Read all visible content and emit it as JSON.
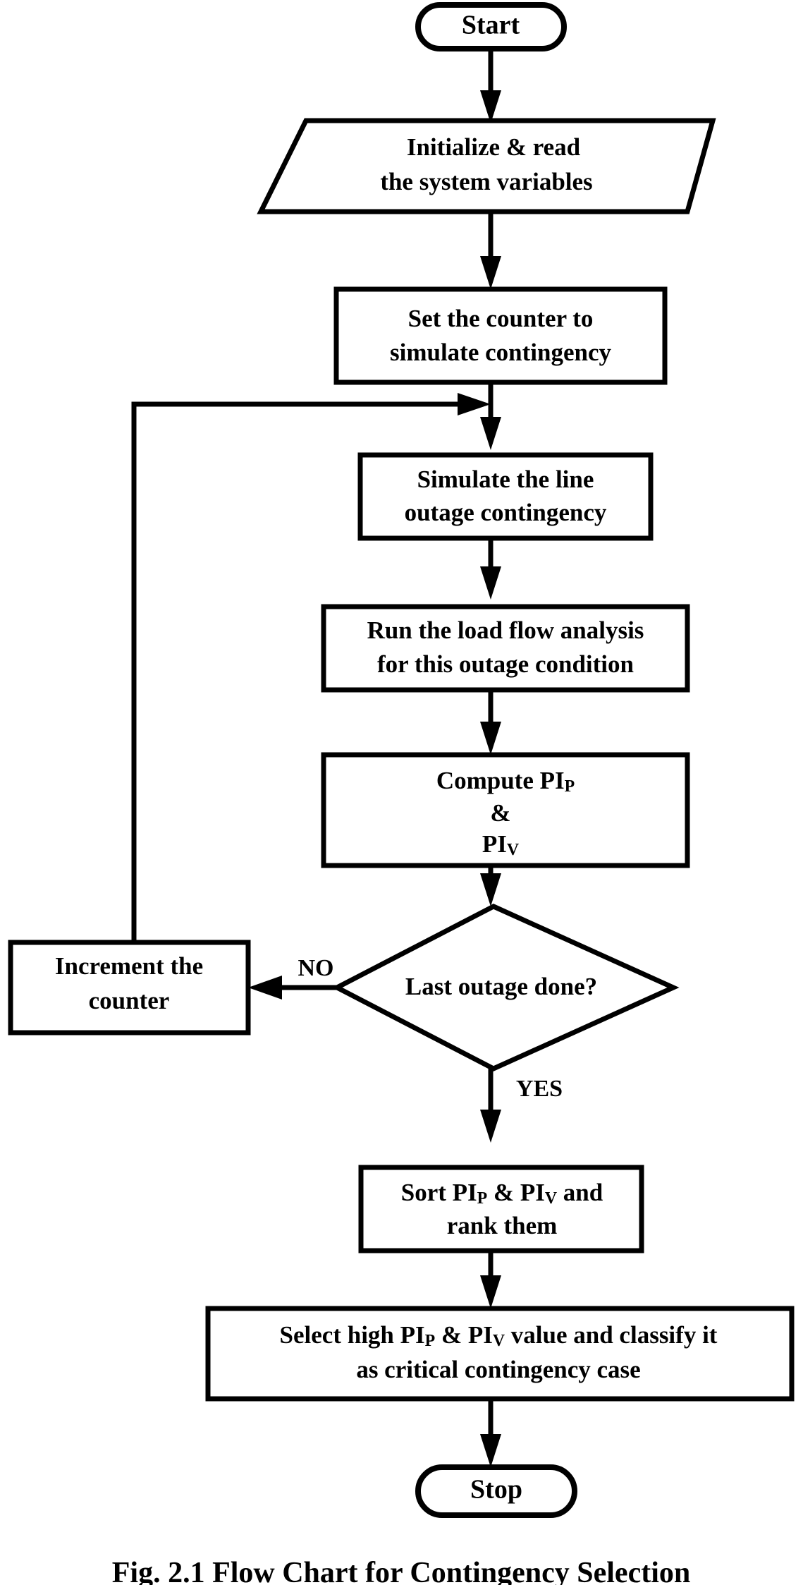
{
  "figure": {
    "caption": "Fig. 2.1 Flow Chart for Contingency Selection",
    "background_color": "#ffffff",
    "line_color": "#000000"
  },
  "chart_data": {
    "type": "diagram",
    "diagram_kind": "flowchart",
    "title": "Fig. 2.1 Flow Chart for Contingency Selection",
    "orientation": "top-to-bottom",
    "nodes": [
      {
        "id": "start",
        "shape": "terminal",
        "label": "Start"
      },
      {
        "id": "init",
        "shape": "parallelogram",
        "label": "Initialize & read the system variables",
        "lines": [
          "Initialize & read",
          "the system variables"
        ]
      },
      {
        "id": "setcounter",
        "shape": "rectangle",
        "label": "Set the counter to simulate contingency",
        "lines": [
          "Set the counter to",
          "simulate contingency"
        ]
      },
      {
        "id": "simulate",
        "shape": "rectangle",
        "label": "Simulate the line outage contingency",
        "lines": [
          "Simulate the line",
          "outage contingency"
        ]
      },
      {
        "id": "loadflow",
        "shape": "rectangle",
        "label": "Run the load flow analysis for this outage condition",
        "lines": [
          "Run the load flow analysis",
          "for this outage condition"
        ]
      },
      {
        "id": "computepi",
        "shape": "rectangle",
        "label": "Compute PIP & PIV",
        "lines": [
          "Compute PI_P",
          "&",
          "PI_V"
        ]
      },
      {
        "id": "decision",
        "shape": "diamond",
        "label": "Last outage done?"
      },
      {
        "id": "increment",
        "shape": "rectangle",
        "label": "Increment the counter",
        "lines": [
          "Increment the",
          "counter"
        ]
      },
      {
        "id": "sortpi",
        "shape": "rectangle",
        "label": "Sort PIP & PIV and rank them",
        "lines": [
          "Sort PI_P & PI_V and",
          "rank them"
        ]
      },
      {
        "id": "selecthigh",
        "shape": "rectangle",
        "label": "Select high PIP & PIV value and classify it as critical contingency case",
        "lines": [
          "Select high PI_P & PI_V value and classify it",
          "as critical contingency case"
        ]
      },
      {
        "id": "stop",
        "shape": "terminal",
        "label": "Stop"
      }
    ],
    "edges": [
      {
        "from": "start",
        "to": "init",
        "label": ""
      },
      {
        "from": "init",
        "to": "setcounter",
        "label": ""
      },
      {
        "from": "setcounter",
        "to": "simulate",
        "label": ""
      },
      {
        "from": "simulate",
        "to": "loadflow",
        "label": ""
      },
      {
        "from": "loadflow",
        "to": "computepi",
        "label": ""
      },
      {
        "from": "computepi",
        "to": "decision",
        "label": ""
      },
      {
        "from": "decision",
        "to": "increment",
        "label": "NO"
      },
      {
        "from": "increment",
        "to": "simulate",
        "label": ""
      },
      {
        "from": "decision",
        "to": "sortpi",
        "label": "YES"
      },
      {
        "from": "sortpi",
        "to": "selecthigh",
        "label": ""
      },
      {
        "from": "selecthigh",
        "to": "stop",
        "label": ""
      }
    ]
  },
  "nodes": {
    "start": {
      "text": "Start"
    },
    "init": {
      "line1": "Initialize & read",
      "line2": "the system variables"
    },
    "setcounter": {
      "line1": "Set the counter to",
      "line2": "simulate contingency"
    },
    "simulate": {
      "line1": "Simulate the line",
      "line2": "outage contingency"
    },
    "loadflow": {
      "line1": "Run the load flow analysis",
      "line2": "for this outage condition"
    },
    "computepi": {
      "line1_main": "Compute PI",
      "line1_sub": "P",
      "line2": "&",
      "line3_main": "PI",
      "line3_sub": "V"
    },
    "decision": {
      "text": "Last outage done?"
    },
    "increment": {
      "line1": "Increment the",
      "line2": "counter"
    },
    "sortpi": {
      "l1_a": "Sort PI",
      "l1_sub1": "P",
      "l1_b": " & PI",
      "l1_sub2": "V",
      "l1_c": " and",
      "line2": "rank them"
    },
    "selecthigh": {
      "l1_a": "Select high PI",
      "l1_sub1": "P",
      "l1_b": " & PI",
      "l1_sub2": "V",
      "l1_c": " value and classify it",
      "line2": "as critical contingency case"
    },
    "stop": {
      "text": "Stop"
    }
  },
  "edge_labels": {
    "no": "NO",
    "yes": "YES"
  }
}
